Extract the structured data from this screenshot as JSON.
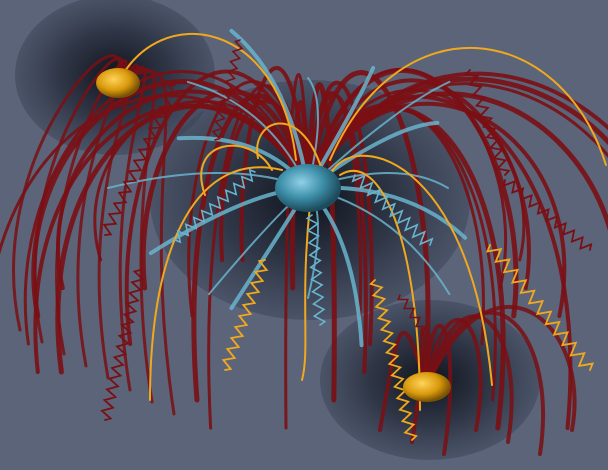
{
  "scene": {
    "background": "#5b6479",
    "colors": {
      "dark_red": "#7a0f14",
      "gold": "#f0a81e",
      "light_blue": "#68b4cd",
      "central_sphere": "#3d8ea8",
      "small_sphere": "#d99a0c",
      "shadow": "#0b0e16"
    },
    "objects": [
      "central-sphere",
      "small-sphere-top-left",
      "small-sphere-bottom-right",
      "field-lines",
      "wavy-lines"
    ]
  }
}
